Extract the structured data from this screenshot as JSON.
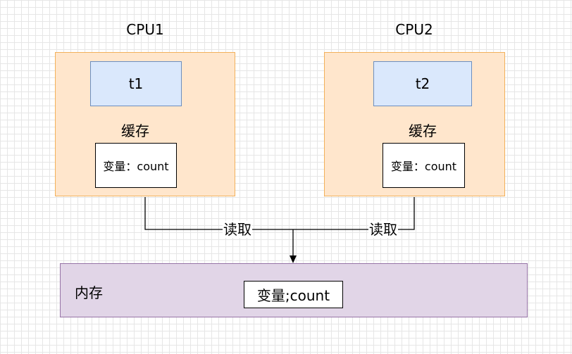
{
  "cpus": [
    {
      "title": "CPU1",
      "thread": "t1",
      "cache_label": "缓存",
      "variable": "变量：count"
    },
    {
      "title": "CPU2",
      "thread": "t2",
      "cache_label": "缓存",
      "variable": "变量：count"
    }
  ],
  "edges": [
    {
      "label": "读取"
    },
    {
      "label": "读取"
    }
  ],
  "memory": {
    "label": "内存",
    "variable": "变量;count"
  },
  "colors": {
    "cpu_fill": "#ffe6cc",
    "cpu_stroke": "#f2b05a",
    "thread_fill": "#dae8fc",
    "thread_stroke": "#6c8ebf",
    "memory_fill": "#e1d5e7",
    "memory_stroke": "#9673a6"
  }
}
